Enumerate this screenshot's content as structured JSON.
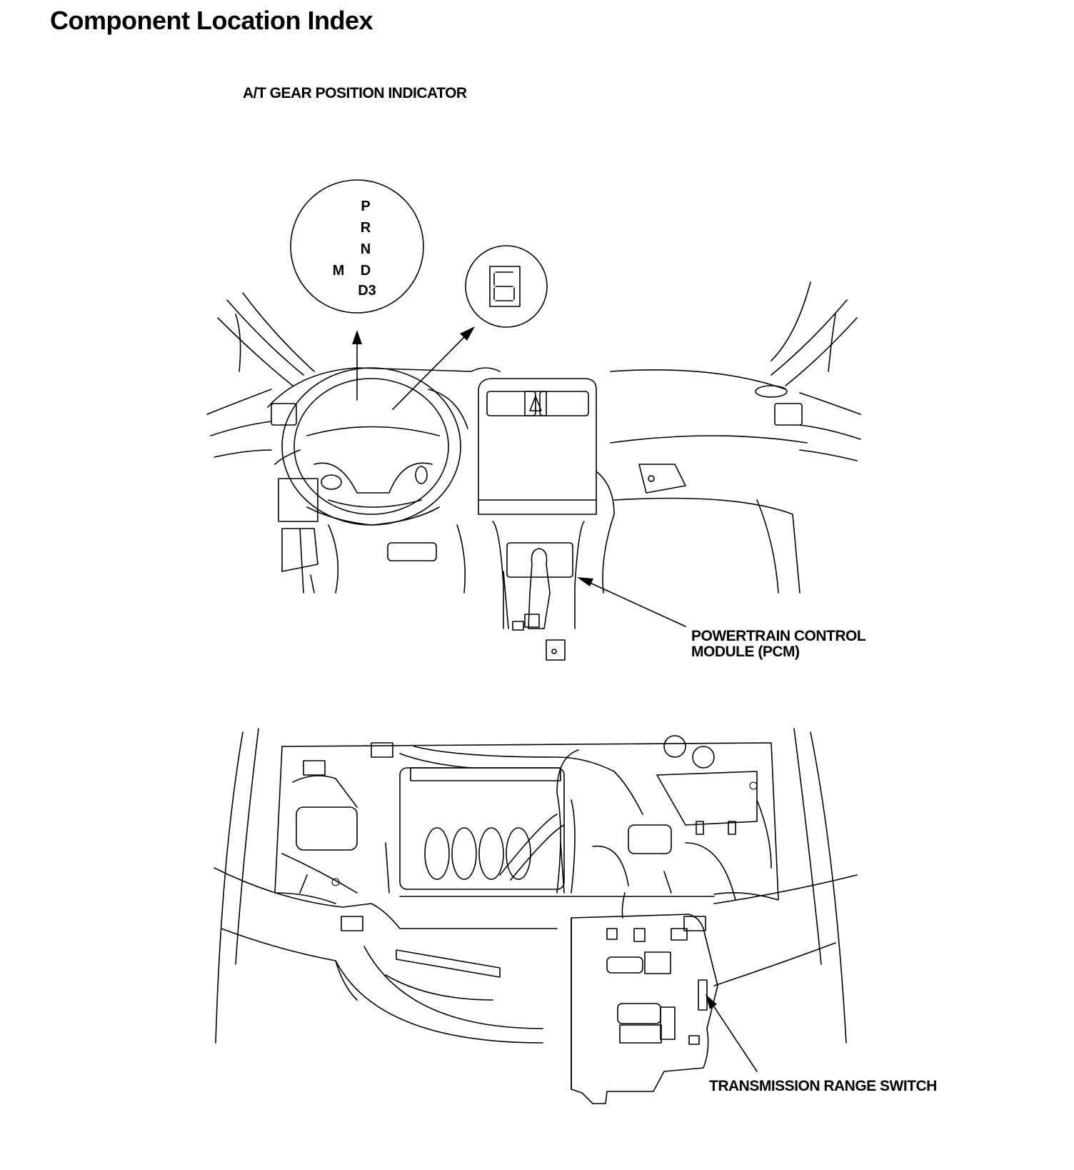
{
  "page": {
    "title": "Component Location Index"
  },
  "labels": {
    "at_gear_position_indicator": "A/T GEAR POSITION INDICATOR",
    "pcm_line1": "POWERTRAIN CONTROL",
    "pcm_line2": "MODULE (PCM)",
    "transmission_range_switch": "TRANSMISSION RANGE SWITCH"
  },
  "gear_indicator": {
    "gears": [
      "P",
      "R",
      "N",
      "D",
      "D3"
    ],
    "manual": "M"
  }
}
